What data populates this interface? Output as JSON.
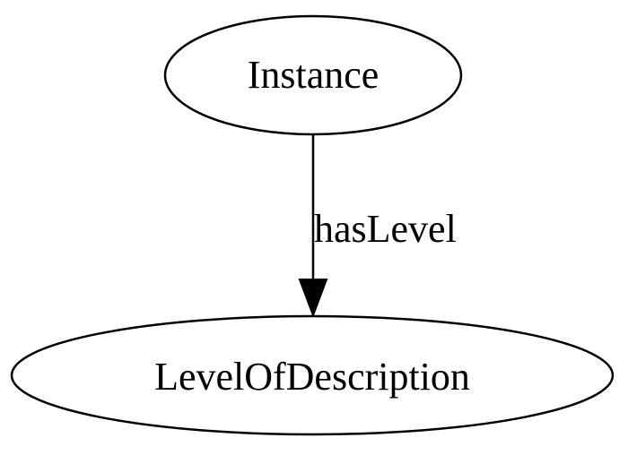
{
  "nodes": {
    "instance": {
      "label": "Instance"
    },
    "level_of_description": {
      "label": "LevelOfDescription"
    }
  },
  "edges": [
    {
      "from": "Instance",
      "to": "LevelOfDescription",
      "label": "hasLevel"
    }
  ],
  "colors": {
    "stroke": "#000000",
    "fill": "#ffffff",
    "background": "#ffffff"
  }
}
